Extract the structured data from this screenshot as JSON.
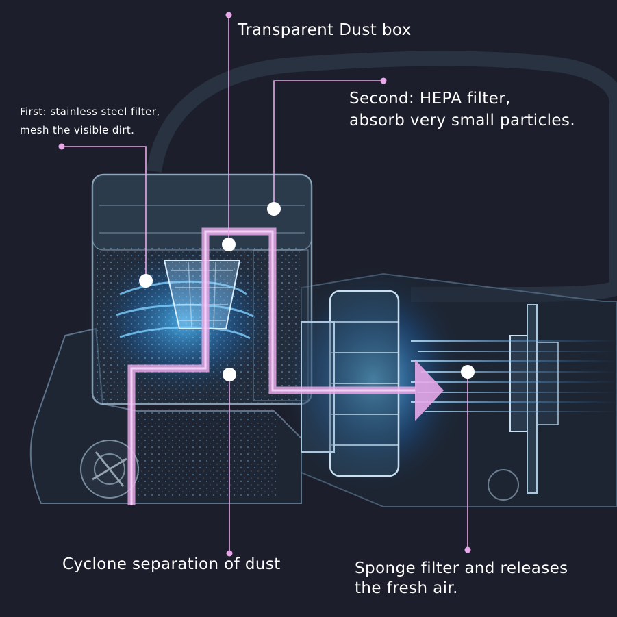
{
  "colors": {
    "background": "#1c1f2b",
    "leader_line": "#e8a7e8",
    "airflow": "#e6a8e8",
    "glow_blue": "#2f9bff",
    "outline": "#8fb7d6"
  },
  "callouts": {
    "dust_box": "Transparent Dust box",
    "hepa": [
      "Second: HEPA filter,",
      "absorb very small particles."
    ],
    "steel": [
      "First: stainless steel filter,",
      "mesh the visible dirt."
    ],
    "cyclone": "Cyclone separation of dust",
    "sponge": [
      "Sponge filter and releases",
      "the fresh air."
    ]
  }
}
